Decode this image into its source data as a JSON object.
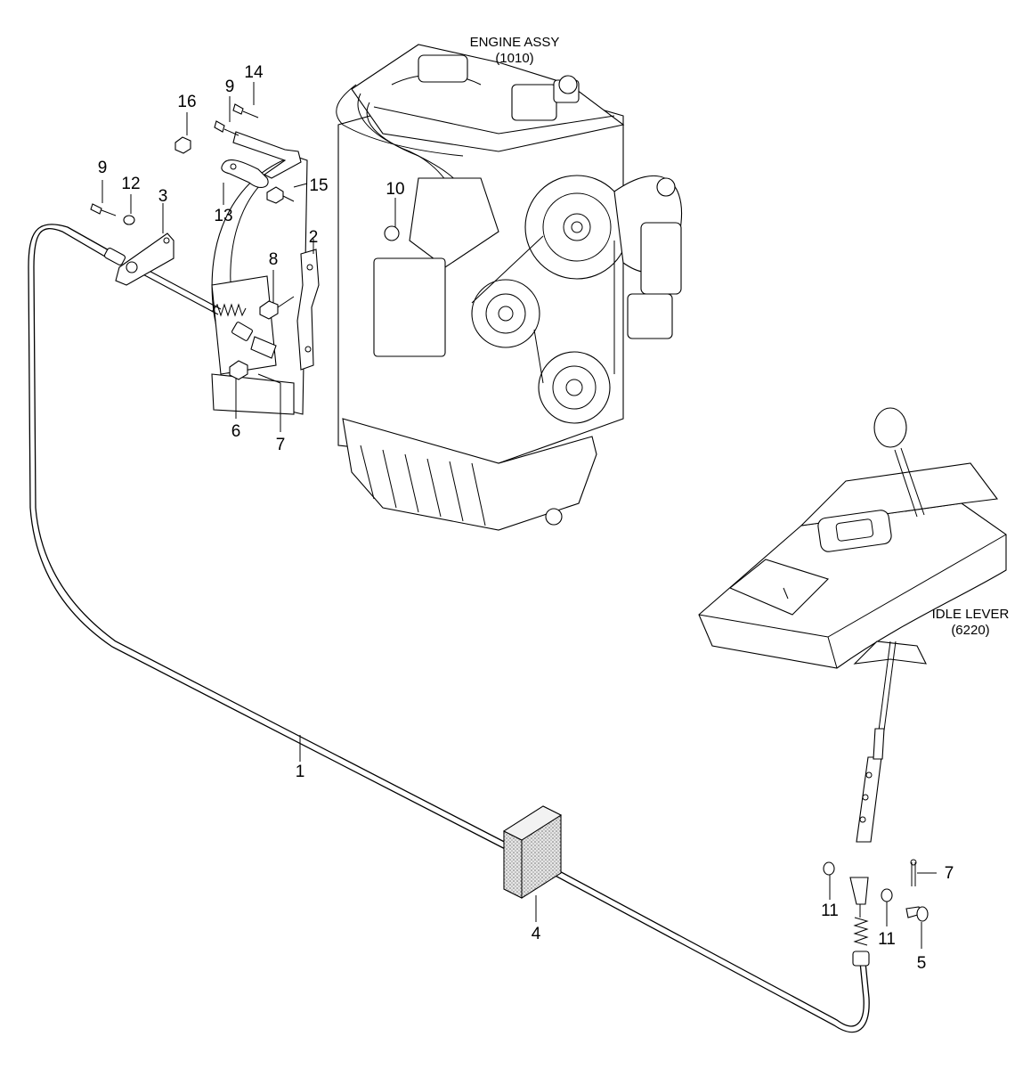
{
  "assemblies": {
    "engine": {
      "name": "ENGINE ASSY",
      "code": "(1010)"
    },
    "idle_lever": {
      "name": "IDLE LEVER",
      "code": "(6220)"
    }
  },
  "callouts": {
    "c1": "1",
    "c2": "2",
    "c3": "3",
    "c4": "4",
    "c5": "5",
    "c6": "6",
    "c7a": "7",
    "c7b": "7",
    "c8": "8",
    "c9a": "9",
    "c9b": "9",
    "c10": "10",
    "c11a": "11",
    "c11b": "11",
    "c12": "12",
    "c13": "13",
    "c14": "14",
    "c15": "15",
    "c16": "16"
  },
  "colors": {
    "line": "#000000",
    "background": "#ffffff",
    "clamp_fill": "#c8c8c8"
  }
}
